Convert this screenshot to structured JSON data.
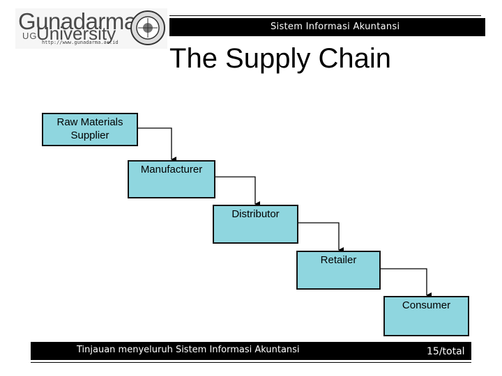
{
  "header": {
    "logo_top": "Gunadarma",
    "logo_ug": "UG",
    "logo_bottom": "University",
    "logo_url": "http://www.gunadarma.ac.id",
    "course": "Sistem Informasi Akuntansi"
  },
  "title": "The Supply Chain",
  "nodes": [
    {
      "label": "Raw Materials\nSupplier"
    },
    {
      "label": "Manufacturer"
    },
    {
      "label": "Distributor"
    },
    {
      "label": "Retailer"
    },
    {
      "label": "Consumer"
    }
  ],
  "colors": {
    "node_fill": "#8fd6df",
    "bar": "#000000"
  },
  "footer": {
    "text": "Tinjauan menyeluruh Sistem Informasi Akuntansi",
    "page": "15/total"
  }
}
